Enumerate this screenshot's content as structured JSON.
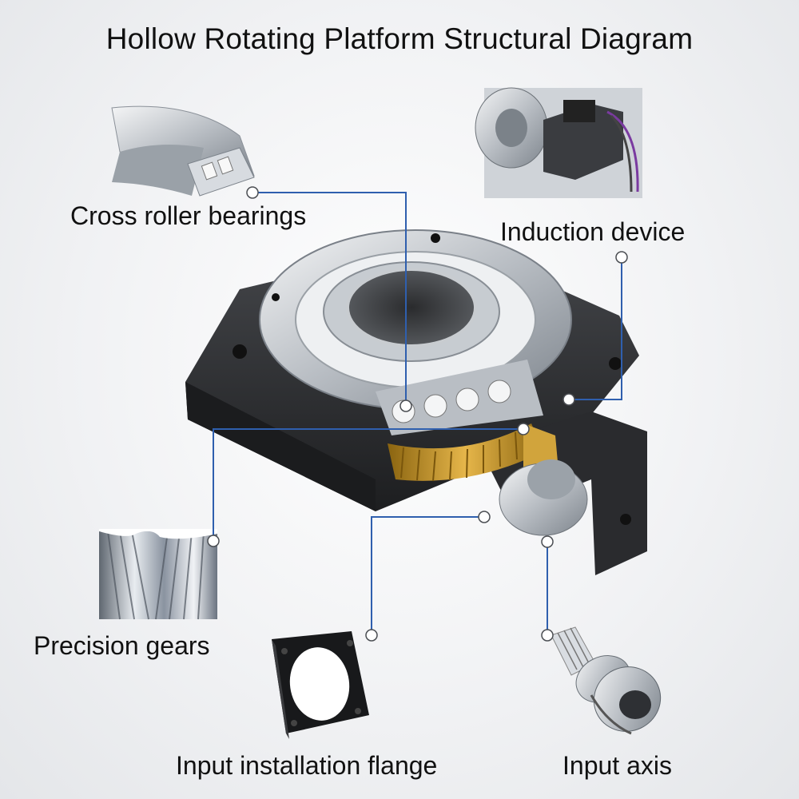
{
  "title": "Hollow Rotating Platform Structural Diagram",
  "components": {
    "cross_roller_bearings": "Cross roller bearings",
    "induction_device": "Induction device",
    "precision_gears": "Precision gears",
    "input_installation_flange": "Input installation flange",
    "input_axis": "Input axis"
  },
  "colors": {
    "leader_line": "#2f5fae",
    "body_metal": "#2b2c2f",
    "steel": "#c9cdd2",
    "brass": "#c99a2e"
  }
}
